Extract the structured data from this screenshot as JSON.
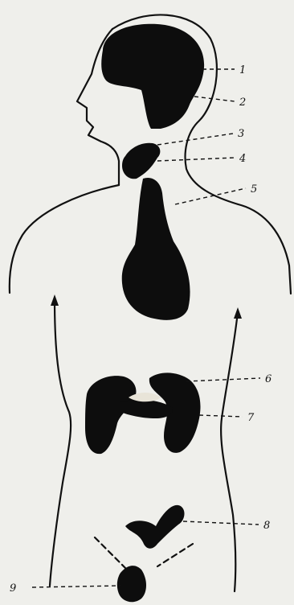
{
  "diagram": {
    "colors": {
      "background": "#efefeb",
      "ink": "#111111",
      "organ": "#0d0d0d",
      "highlight": "#e8e4d8"
    },
    "callouts": [
      {
        "number": "1"
      },
      {
        "number": "2"
      },
      {
        "number": "3"
      },
      {
        "number": "4"
      },
      {
        "number": "5"
      },
      {
        "number": "6"
      },
      {
        "number": "7"
      },
      {
        "number": "8"
      },
      {
        "number": "9"
      }
    ]
  }
}
